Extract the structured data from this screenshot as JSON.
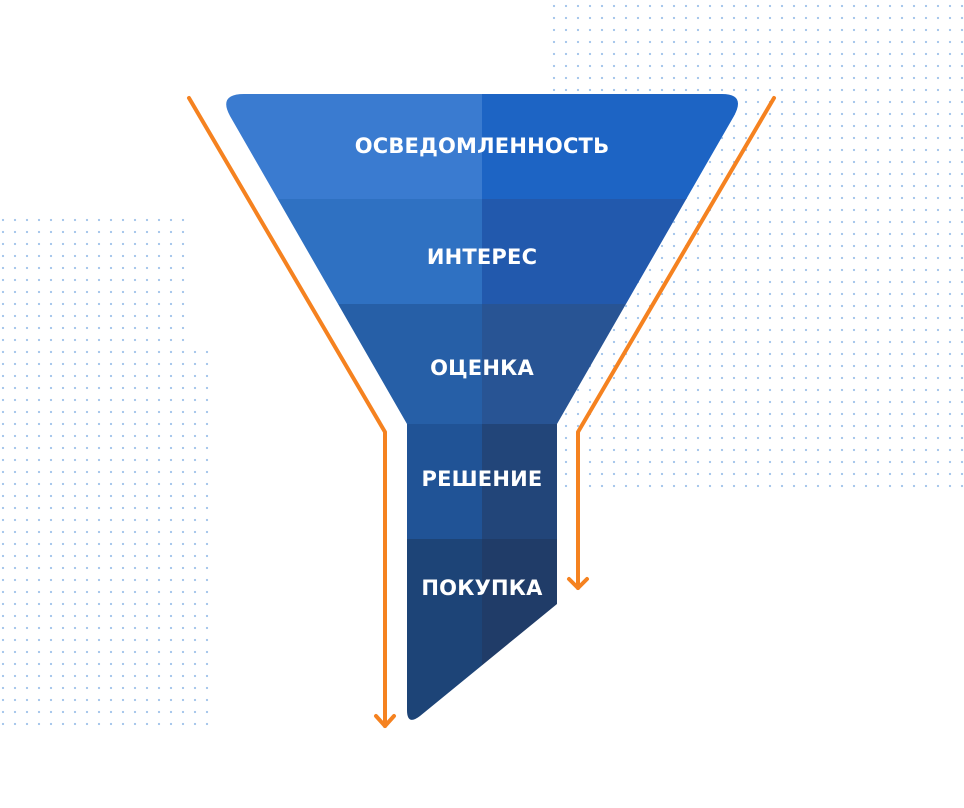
{
  "funnel": {
    "stages": [
      {
        "label": "ОСВЕДОМЛЕННОСТЬ",
        "color_left": "#3a7bd0",
        "color_right": "#1d64c4"
      },
      {
        "label": "ИНТЕРЕС",
        "color_left": "#2f71c2",
        "color_right": "#2259ad"
      },
      {
        "label": "ОЦЕНКА",
        "color_left": "#265fa7",
        "color_right": "#285494"
      },
      {
        "label": "РЕШЕНИЕ",
        "color_left": "#205396",
        "color_right": "#224579"
      },
      {
        "label": "ПОКУПКА",
        "color_left": "#1d4477",
        "color_right": "#203c68"
      }
    ]
  },
  "colors": {
    "arrow": "#f58220",
    "dots": "#a9c8ec",
    "text": "#ffffff"
  }
}
